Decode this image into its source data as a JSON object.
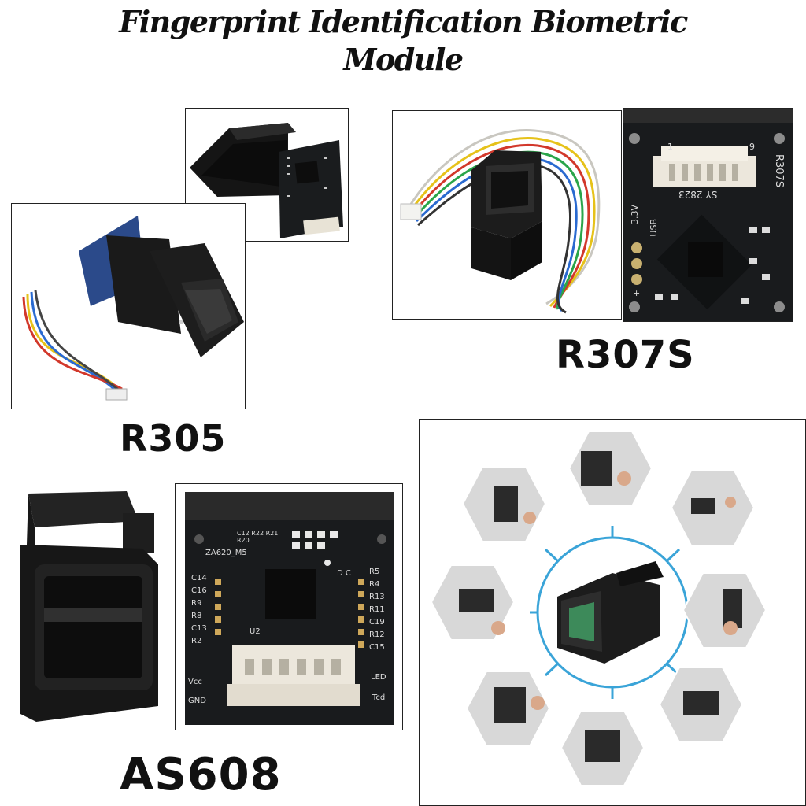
{
  "page": {
    "title_line1": "Fingerprint Identification Biometric",
    "title_line2": "Module"
  },
  "products": [
    {
      "name": "R305"
    },
    {
      "name": "R307S"
    },
    {
      "name": "AS608"
    }
  ],
  "pcb_r307s": {
    "pin_start": "1",
    "pin_end": "9",
    "model": "R307S",
    "code": "SY 2823",
    "voltage": "3.3V",
    "usb": "USB",
    "plus": "+"
  },
  "pcb_as608": {
    "model": "ZA620_M5",
    "caps_top": "C12 R22 R21 R20",
    "left_parts": [
      "C14",
      "C16",
      "R9",
      "R8",
      "C13",
      "R2"
    ],
    "right_parts": [
      "R5",
      "R4",
      "R13",
      "R11",
      "C19",
      "R12",
      "C15"
    ],
    "dc": "D C",
    "u2": "U2",
    "vcc": "Vcc",
    "gnd": "GND",
    "led": "LED",
    "tcd": "Tcd"
  },
  "colors": {
    "module_black": "#1c1c1c",
    "pcb_black": "#191b1d",
    "connector_white": "#ece7dc",
    "hub_blue": "#3aa4d8"
  },
  "icons": [
    "fingerprint-sensor",
    "ribbon-cable",
    "pcb-board",
    "application-hexagon"
  ]
}
